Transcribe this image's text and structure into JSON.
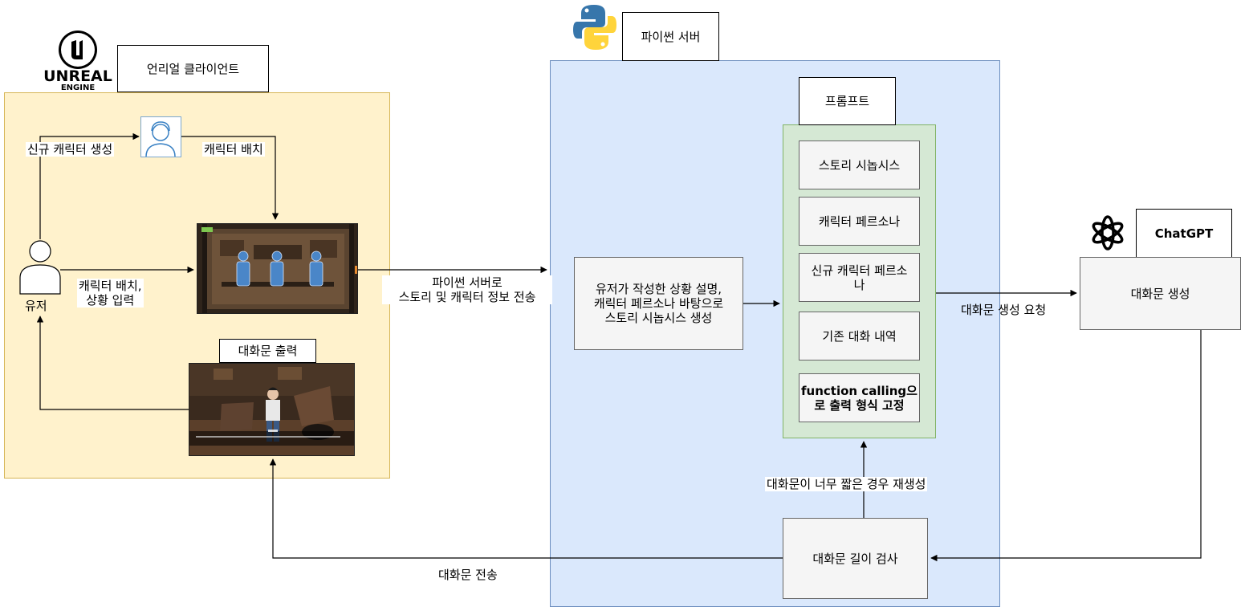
{
  "unreal": {
    "logo_text_1": "UNREAL",
    "logo_text_2": "ENGINE",
    "title": "언리얼 클라이언트",
    "user_label": "유저",
    "new_character_label": "신규 캐릭터 생성",
    "place_character_label": "캐릭터 배치",
    "user_input_label": "캐릭터 배치,\n상황 입력",
    "dialogue_output_label": "대화문 출력"
  },
  "python": {
    "title": "파이썬 서버",
    "send_label": "파이썬 서버로\n스토리 및 캐릭터 정보 전송",
    "synopsis_box": "유저가 작성한 상황 설명,\n캐릭터 페르소나 바탕으로\n스토리 시놉시스 생성",
    "prompt_title": "프롬프트",
    "prompt_items": [
      "스토리 시놉시스",
      "캐릭터 페르소나",
      "신규 캐릭터 페르소\n나",
      "기존 대화 내역",
      "function calling으\n로 출력 형식 고정"
    ],
    "regen_label": "대화문이 너무 짧은 경우 재생성",
    "length_check_box": "대화문 길이 검사",
    "send_dialogue_label": "대화문 전송"
  },
  "chatgpt": {
    "title": "ChatGPT",
    "request_label": "대화문 생성 요청",
    "generate_box": "대화문 생성"
  },
  "colors": {
    "unreal_panel_bg": "#fff2cc",
    "unreal_panel_border": "#d6b656",
    "python_panel_bg": "#dae8fc",
    "python_panel_border": "#6c8ebf",
    "prompt_panel_bg": "#d5e8d4",
    "prompt_panel_border": "#82b366"
  }
}
